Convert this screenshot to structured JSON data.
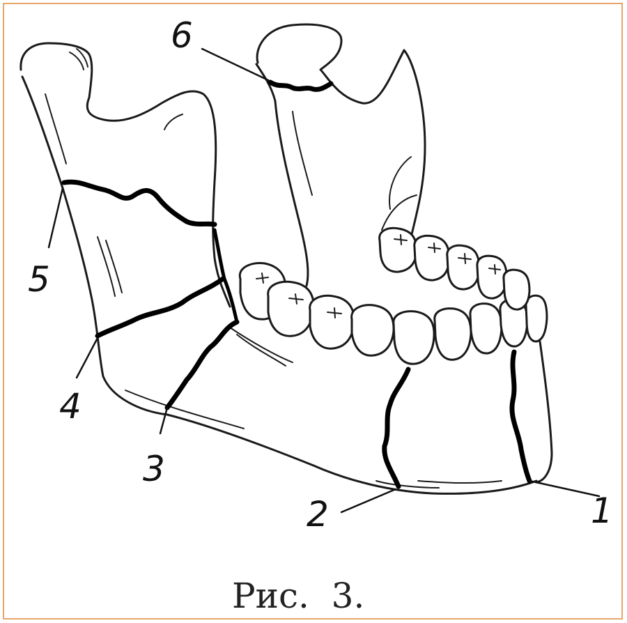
{
  "figure": {
    "caption": "Рис.  3.",
    "labels": [
      {
        "id": "1",
        "text": "1"
      },
      {
        "id": "2",
        "text": "2"
      },
      {
        "id": "3",
        "text": "3"
      },
      {
        "id": "4",
        "text": "4"
      },
      {
        "id": "5",
        "text": "5"
      },
      {
        "id": "6",
        "text": "6"
      }
    ],
    "colors": {
      "frame": "#e8a56a",
      "ink": "#1a1a1a"
    }
  }
}
